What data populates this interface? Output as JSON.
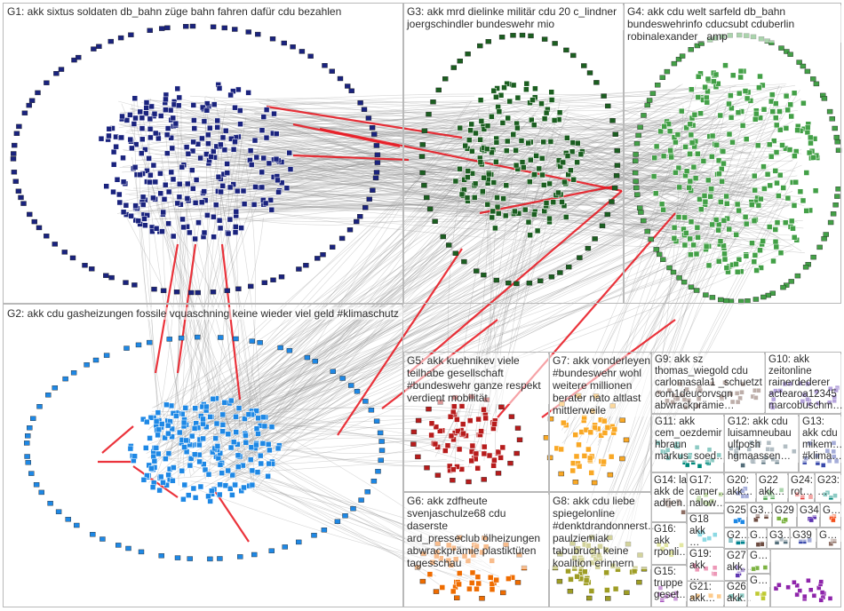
{
  "groups": [
    {
      "id": "g1",
      "label": "G1: akk sixtus soldaten db_bahn züge bahn fahren dafür cdu bezahlen",
      "color": "#1a237e"
    },
    {
      "id": "g2",
      "label": "G2: akk cdu gasheizungen fossile vquaschning keine wieder viel geld #klimaschutz",
      "color": "#1e88e5"
    },
    {
      "id": "g3",
      "label": "G3: akk mrd dielinke militär cdu 20 c_lindner\njoergschindler bundeswehr mio",
      "color": "#1b5e20"
    },
    {
      "id": "g4",
      "label": "G4: akk cdu welt sarfeld db_bahn\nbundeswehrinfo cducsubt cduberlin\nrobinalexander_ amp",
      "color": "#43a047"
    },
    {
      "id": "g5",
      "label": "G5: akk kuehnikev viele\nteilhabe gesellschaft\n#bundeswehr ganze respekt\nverdient mobilität",
      "color": "#b71c1c"
    },
    {
      "id": "g6",
      "label": "G6: akk zdfheute\nsvenjaschulze68 cdu daserste\nard_presseclub ölheizungen\nabwrackprämie plastiktüten\ntagesschau",
      "color": "#ef6c00"
    },
    {
      "id": "g7",
      "label": "G7: akk vonderleyen\n#bundeswehr wohl\nweitere millionen\nberater nato altlast\nmittlerweile",
      "color": "#f9a825"
    },
    {
      "id": "g8",
      "label": "G8: akk cdu liebe\nspiegelonline\n#denktdrandonnerst…\npaulziemiak\ntabubruch keine\nkoalition erinnern",
      "color": "#9e9d24"
    },
    {
      "id": "g9",
      "label": "G9: akk sz\nthomas_wiegold cdu\ncarlomasala1 _schuetzt\ncom1deucorvsqn\nabwrackprämie…",
      "color": "#6d4c41"
    },
    {
      "id": "g10",
      "label": "G10: akk\nzeitonline\nrainerdederer\nactearoa12345\nmarcobuschm…",
      "color": "#5e35b1"
    },
    {
      "id": "g11",
      "label": "G11: akk\ncem_oezdemir\nhbraun\nmarkus_soed…",
      "color": "#00897b"
    },
    {
      "id": "g12",
      "label": "G12: akk cdu\nluisamneubau\nulfposh\nhgmaassen…",
      "color": "#546e7a"
    },
    {
      "id": "g13",
      "label": "G13:\nakk cdu\nmikem…\n#klima…",
      "color": "#3949ab"
    },
    {
      "id": "g14",
      "label": "G14: la\nakk de\nadrien…",
      "color": "#8d6e63"
    },
    {
      "id": "g15",
      "label": "G15:\ntruppe\ngeset…",
      "color": "#7cb342"
    },
    {
      "id": "g16",
      "label": "G16:\nakk\nrponli…",
      "color": "#c0ca33"
    },
    {
      "id": "g17",
      "label": "G17:\ncamer…\nnalow…",
      "color": "#8e24aa"
    },
    {
      "id": "g18",
      "label": "G18\nakk\n…",
      "color": "#00acc1"
    },
    {
      "id": "g19",
      "label": "G19:\nakk\n…",
      "color": "#d81b60"
    },
    {
      "id": "g20",
      "label": "G20:\nakk…",
      "color": "#fb8c00"
    },
    {
      "id": "g21",
      "label": "G21:\nakk…",
      "color": "#3949ab"
    },
    {
      "id": "g22",
      "label": "G22\nakk…",
      "color": "#43a047"
    },
    {
      "id": "g23",
      "label": "G23:\n…",
      "color": "#e53935"
    },
    {
      "id": "g24",
      "label": "G24:\nrot…",
      "color": "#00897b"
    },
    {
      "id": "g25",
      "label": "G25",
      "color": "#1e88e5"
    },
    {
      "id": "g26",
      "label": "G26:\nakk…",
      "color": "#6d4c41"
    },
    {
      "id": "g27",
      "label": "G27\nakk…",
      "color": "#7cb342"
    },
    {
      "id": "g29",
      "label": "G29",
      "color": "#5e35b1"
    },
    {
      "id": "g34",
      "label": "G34",
      "color": "#f4511e"
    },
    {
      "id": "g39",
      "label": "G39",
      "color": "#00838f"
    },
    {
      "id": "gs1",
      "label": "G2…",
      "color": "#607d8b"
    },
    {
      "id": "gs2",
      "label": "G3…",
      "color": "#607d8b"
    },
    {
      "id": "gs3",
      "label": "G…",
      "color": "#607d8b"
    },
    {
      "id": "gs4",
      "label": "G…",
      "color": "#607d8b"
    },
    {
      "id": "gs5",
      "label": "G3…",
      "color": "#607d8b"
    },
    {
      "id": "gs6",
      "label": "G…",
      "color": "#607d8b"
    },
    {
      "id": "gs7",
      "label": "G…",
      "color": "#607d8b"
    },
    {
      "id": "gs8",
      "label": "G…",
      "color": "#607d8b"
    }
  ],
  "palette": {
    "background": "#ffffff",
    "frame": "#b9b9b9",
    "edge_gray": "#8a8a8a",
    "edge_red": "#e8111a"
  }
}
